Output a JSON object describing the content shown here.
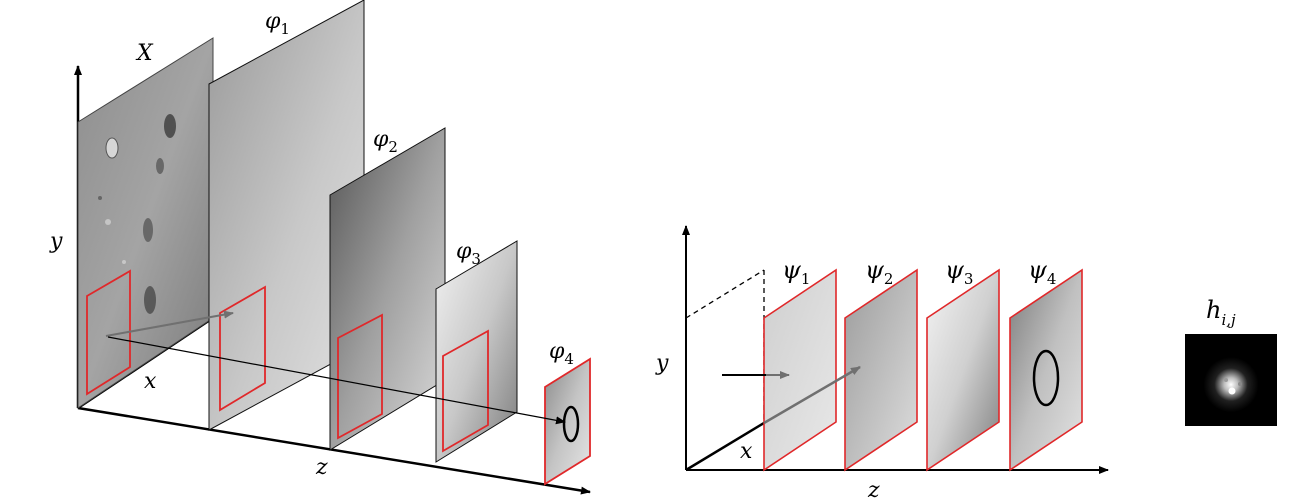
{
  "left_diagram": {
    "axis_x": "x",
    "axis_y": "y",
    "axis_z": "z",
    "input": {
      "symbol": "X"
    },
    "feature_maps": [
      {
        "symbol": "φ",
        "index": "1"
      },
      {
        "symbol": "φ",
        "index": "2"
      },
      {
        "symbol": "φ",
        "index": "3"
      },
      {
        "symbol": "φ",
        "index": "4"
      }
    ]
  },
  "right_diagram": {
    "axis_x": "x",
    "axis_y": "y",
    "axis_z": "z",
    "feature_maps": [
      {
        "symbol": "ψ",
        "index": "1"
      },
      {
        "symbol": "ψ",
        "index": "2"
      },
      {
        "symbol": "ψ",
        "index": "3"
      },
      {
        "symbol": "ψ",
        "index": "4"
      }
    ]
  },
  "filter": {
    "symbol": "h",
    "index": "i,j"
  },
  "colors": {
    "highlight": "#e0282a",
    "axis": "#000000",
    "arrow": "#707070"
  }
}
